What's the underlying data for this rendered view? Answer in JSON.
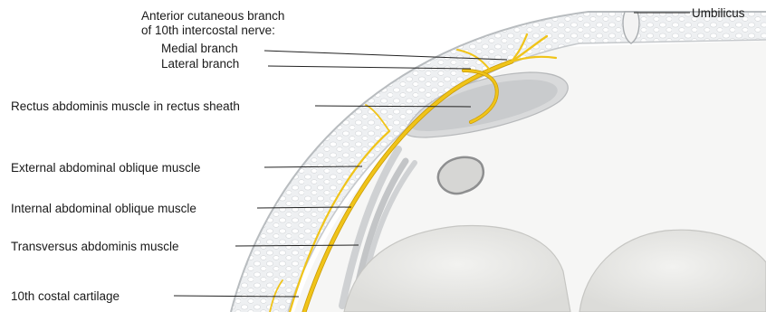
{
  "labels": {
    "nerve_heading_line1": "Anterior cutaneous branch",
    "nerve_heading_line2": "of 10th intercostal nerve:",
    "medial_branch": "Medial branch",
    "lateral_branch": "Lateral branch",
    "umbilicus": "Umbilicus",
    "rectus": "Rectus abdominis muscle in rectus sheath",
    "external_oblique": "External abdominal oblique muscle",
    "internal_oblique": "Internal abdominal oblique muscle",
    "transversus": "Transversus abdominis muscle",
    "costal_cartilage": "10th costal cartilage"
  },
  "colors": {
    "nerve": "#f0c419",
    "nerve_outline": "#c99a06",
    "fat_layer": "#eef0f2",
    "muscle": "#c9cbcd",
    "organ": "#e7e7e5",
    "skin_edge": "#b8bcbf"
  }
}
